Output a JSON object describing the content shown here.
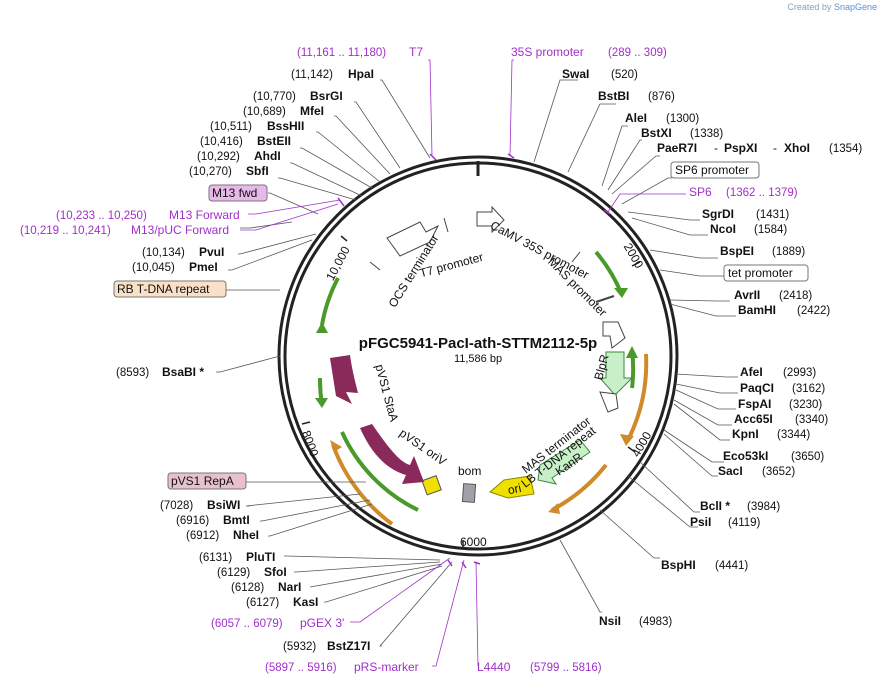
{
  "credit": {
    "prefix": "Created by",
    "brand": "SnapGene"
  },
  "title": "pFGC5941-PacI-ath-STTM2112-5p",
  "size": "11,586 bp",
  "ticks": [
    "2000",
    "4000",
    "6000",
    "8000",
    "10,000"
  ],
  "enzymes_right": [
    {
      "name": "SwaI",
      "pos": "(520)"
    },
    {
      "name": "BstBI",
      "pos": "(876)"
    },
    {
      "name": "AleI",
      "pos": "(1300)"
    },
    {
      "name": "BstXI",
      "pos": "(1338)"
    },
    {
      "name": "PaeR7I",
      "sep": "-",
      "name2": "PspXI",
      "sep2": "-",
      "name3": "XhoI",
      "pos": "(1354)"
    },
    {
      "name": "SgrDI",
      "pos": "(1431)"
    },
    {
      "name": "NcoI",
      "pos": "(1584)"
    },
    {
      "name": "BspEI",
      "pos": "(1889)"
    },
    {
      "name": "AvrII",
      "pos": "(2418)"
    },
    {
      "name": "BamHI",
      "pos": "(2422)"
    },
    {
      "name": "AfeI",
      "pos": "(2993)"
    },
    {
      "name": "PaqCI",
      "pos": "(3162)"
    },
    {
      "name": "FspAI",
      "pos": "(3230)"
    },
    {
      "name": "Acc65I",
      "pos": "(3340)"
    },
    {
      "name": "KpnI",
      "pos": "(3344)"
    },
    {
      "name": "Eco53kI",
      "pos": "(3650)"
    },
    {
      "name": "SacI",
      "pos": "(3652)"
    },
    {
      "name": "BclI *",
      "pos": "(3984)"
    },
    {
      "name": "PsiI",
      "pos": "(4119)"
    },
    {
      "name": "BspHI",
      "pos": "(4441)"
    },
    {
      "name": "NsiI",
      "pos": "(4983)"
    }
  ],
  "enzymes_left": [
    {
      "name": "HpaI",
      "pos": "(11,142)"
    },
    {
      "name": "BsrGI",
      "pos": "(10,770)"
    },
    {
      "name": "MfeI",
      "pos": "(10,689)"
    },
    {
      "name": "BssHII",
      "pos": "(10,511)"
    },
    {
      "name": "BstEII",
      "pos": "(10,416)"
    },
    {
      "name": "AhdI",
      "pos": "(10,292)"
    },
    {
      "name": "SbfI",
      "pos": "(10,270)"
    },
    {
      "name": "PvuI",
      "pos": "(10,134)"
    },
    {
      "name": "PmeI",
      "pos": "(10,045)"
    },
    {
      "name": "BsaBI *",
      "pos": "(8593)"
    },
    {
      "name": "BsiWI",
      "pos": "(7028)"
    },
    {
      "name": "BmtI",
      "pos": "(6916)"
    },
    {
      "name": "NheI",
      "pos": "(6912)"
    },
    {
      "name": "PluTI",
      "pos": "(6131)"
    },
    {
      "name": "SfoI",
      "pos": "(6129)"
    },
    {
      "name": "NarI",
      "pos": "(6128)"
    },
    {
      "name": "KasI",
      "pos": "(6127)"
    },
    {
      "name": "BstZ17I",
      "pos": "(5932)"
    }
  ],
  "primers": [
    {
      "name": "T7",
      "pos": "(11,161 .. 11,180)"
    },
    {
      "name": "35S promoter",
      "pos": "(289 .. 309)"
    },
    {
      "name": "SP6",
      "pos": "(1362 .. 1379)"
    },
    {
      "name": "M13 Forward",
      "pos": "(10,233 .. 10,250)"
    },
    {
      "name": "M13/pUC Forward",
      "pos": "(10,219 .. 10,241)"
    },
    {
      "name": "pGEX 3'",
      "pos": "(6057 .. 6079)"
    },
    {
      "name": "pRS-marker",
      "pos": "(5897 .. 5916)"
    },
    {
      "name": "L4440",
      "pos": "(5799 .. 5816)"
    }
  ],
  "boxed_features": [
    {
      "name": "SP6 promoter"
    },
    {
      "name": "tet promoter"
    },
    {
      "name": "M13 fwd"
    },
    {
      "name": "RB T-DNA repeat"
    },
    {
      "name": "pVS1 RepA"
    }
  ],
  "inner_features": {
    "ocs": "OCS terminator",
    "t7p": "T7 promoter",
    "camv": "CaMV 35S promoter",
    "mas": "MAS promoter",
    "blpr": "BlpR",
    "masterm": "MAS terminator",
    "lb": "LB T-DNA repeat",
    "kanr": "KanR",
    "ori": "ori",
    "bom": "bom",
    "oriv": "pVS1 oriV",
    "staa": "pVS1 StaA"
  },
  "colors": {
    "backbone": "#222222",
    "primer": "#a030c8",
    "green_arrow": "#4a9a2a",
    "orange_arrow": "#d08a2a",
    "staa": "#8a2a5a",
    "kanr": "#c8f0c8",
    "ori": "#f0e000",
    "oriv": "#f0e000",
    "bom": "#a0a0a8",
    "m13fwd_box": "#e8b8e8",
    "rb_box": "#fbe0c8",
    "repa_box": "#e8c0d0"
  }
}
